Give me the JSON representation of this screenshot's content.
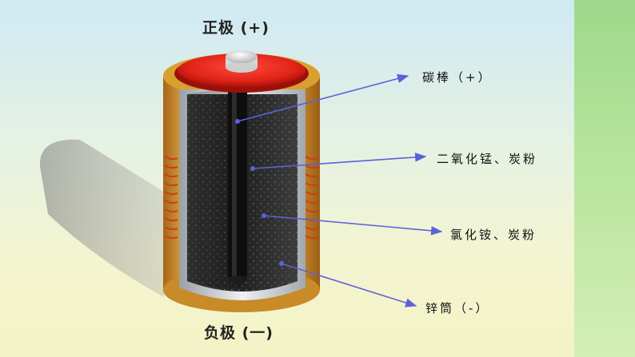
{
  "diagram": {
    "positive_terminal": "正极 (+)",
    "negative_terminal": "负极 (一)",
    "labels": {
      "carbon_rod": "碳棒（+）",
      "manganese_dioxide": "二氧化锰、炭粉",
      "ammonium_chloride": "氯化铵、炭粉",
      "zinc_can": "锌筒（-）"
    },
    "colors": {
      "casing_gold": "#d9a030",
      "cap_red": "#e02418",
      "wire_copper": "#c8401f",
      "pointer_blue": "#5b62d8",
      "interior_dark": "#2b2b2b",
      "carbon_rod": "#101010"
    }
  }
}
